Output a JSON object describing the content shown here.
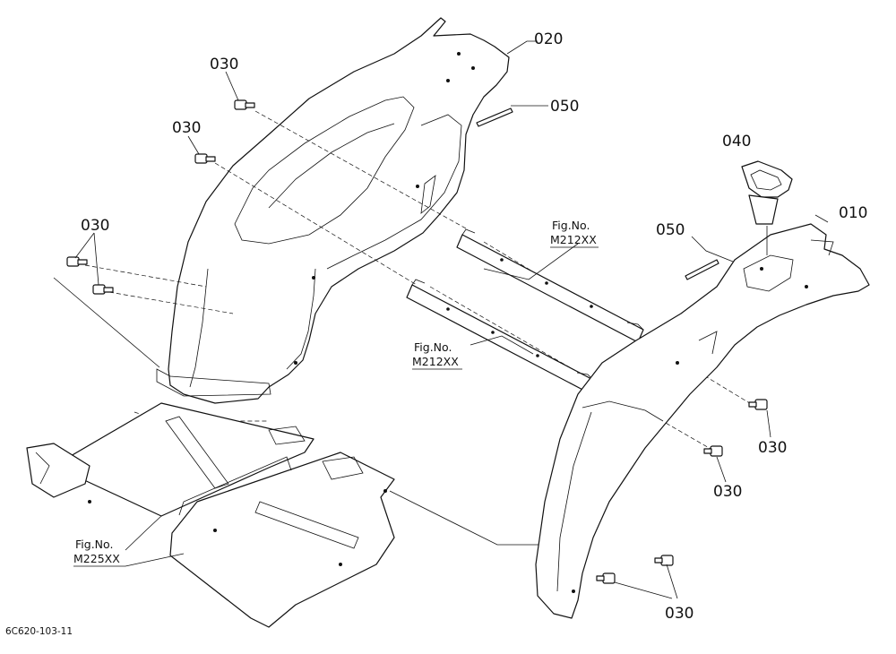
{
  "labels": {
    "p020": "020",
    "p050_top": "050",
    "p030_a": "030",
    "p030_b": "030",
    "p030_c": "030",
    "p040": "040",
    "p010": "010",
    "p050_right": "050",
    "p030_right_upper": "030",
    "p030_right_mid": "030",
    "p030_right_low": "030"
  },
  "fig_refs": {
    "upper": {
      "line1": "Fig.No.",
      "line2": "M212XX"
    },
    "middle": {
      "line1": "Fig.No.",
      "line2": "M212XX"
    },
    "lower": {
      "line1": "Fig.No.",
      "line2": "M225XX"
    }
  },
  "drawing_code": "6C620-103-11"
}
